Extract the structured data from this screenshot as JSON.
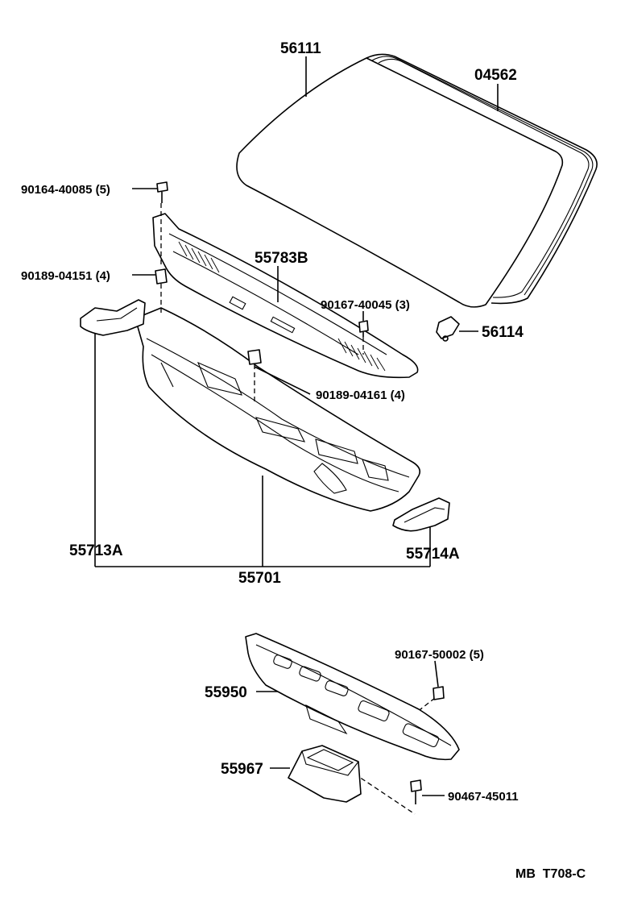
{
  "diagram": {
    "parts": {
      "p56111": "56111",
      "p04562": "04562",
      "p90164_40085": "90164-40085 (5)",
      "p55783B": "55783B",
      "p90189_04151": "90189-04151 (4)",
      "p90167_40045": "90167-40045 (3)",
      "p56114": "56114",
      "p90189_04161": "90189-04161 (4)",
      "p55713A": "55713A",
      "p55714A": "55714A",
      "p55701": "55701",
      "p90167_50002": "90167-50002 (5)",
      "p55950": "55950",
      "p55967": "55967",
      "p90467_45011": "90467-45011"
    },
    "drawing_code": "MB  T708-C"
  }
}
